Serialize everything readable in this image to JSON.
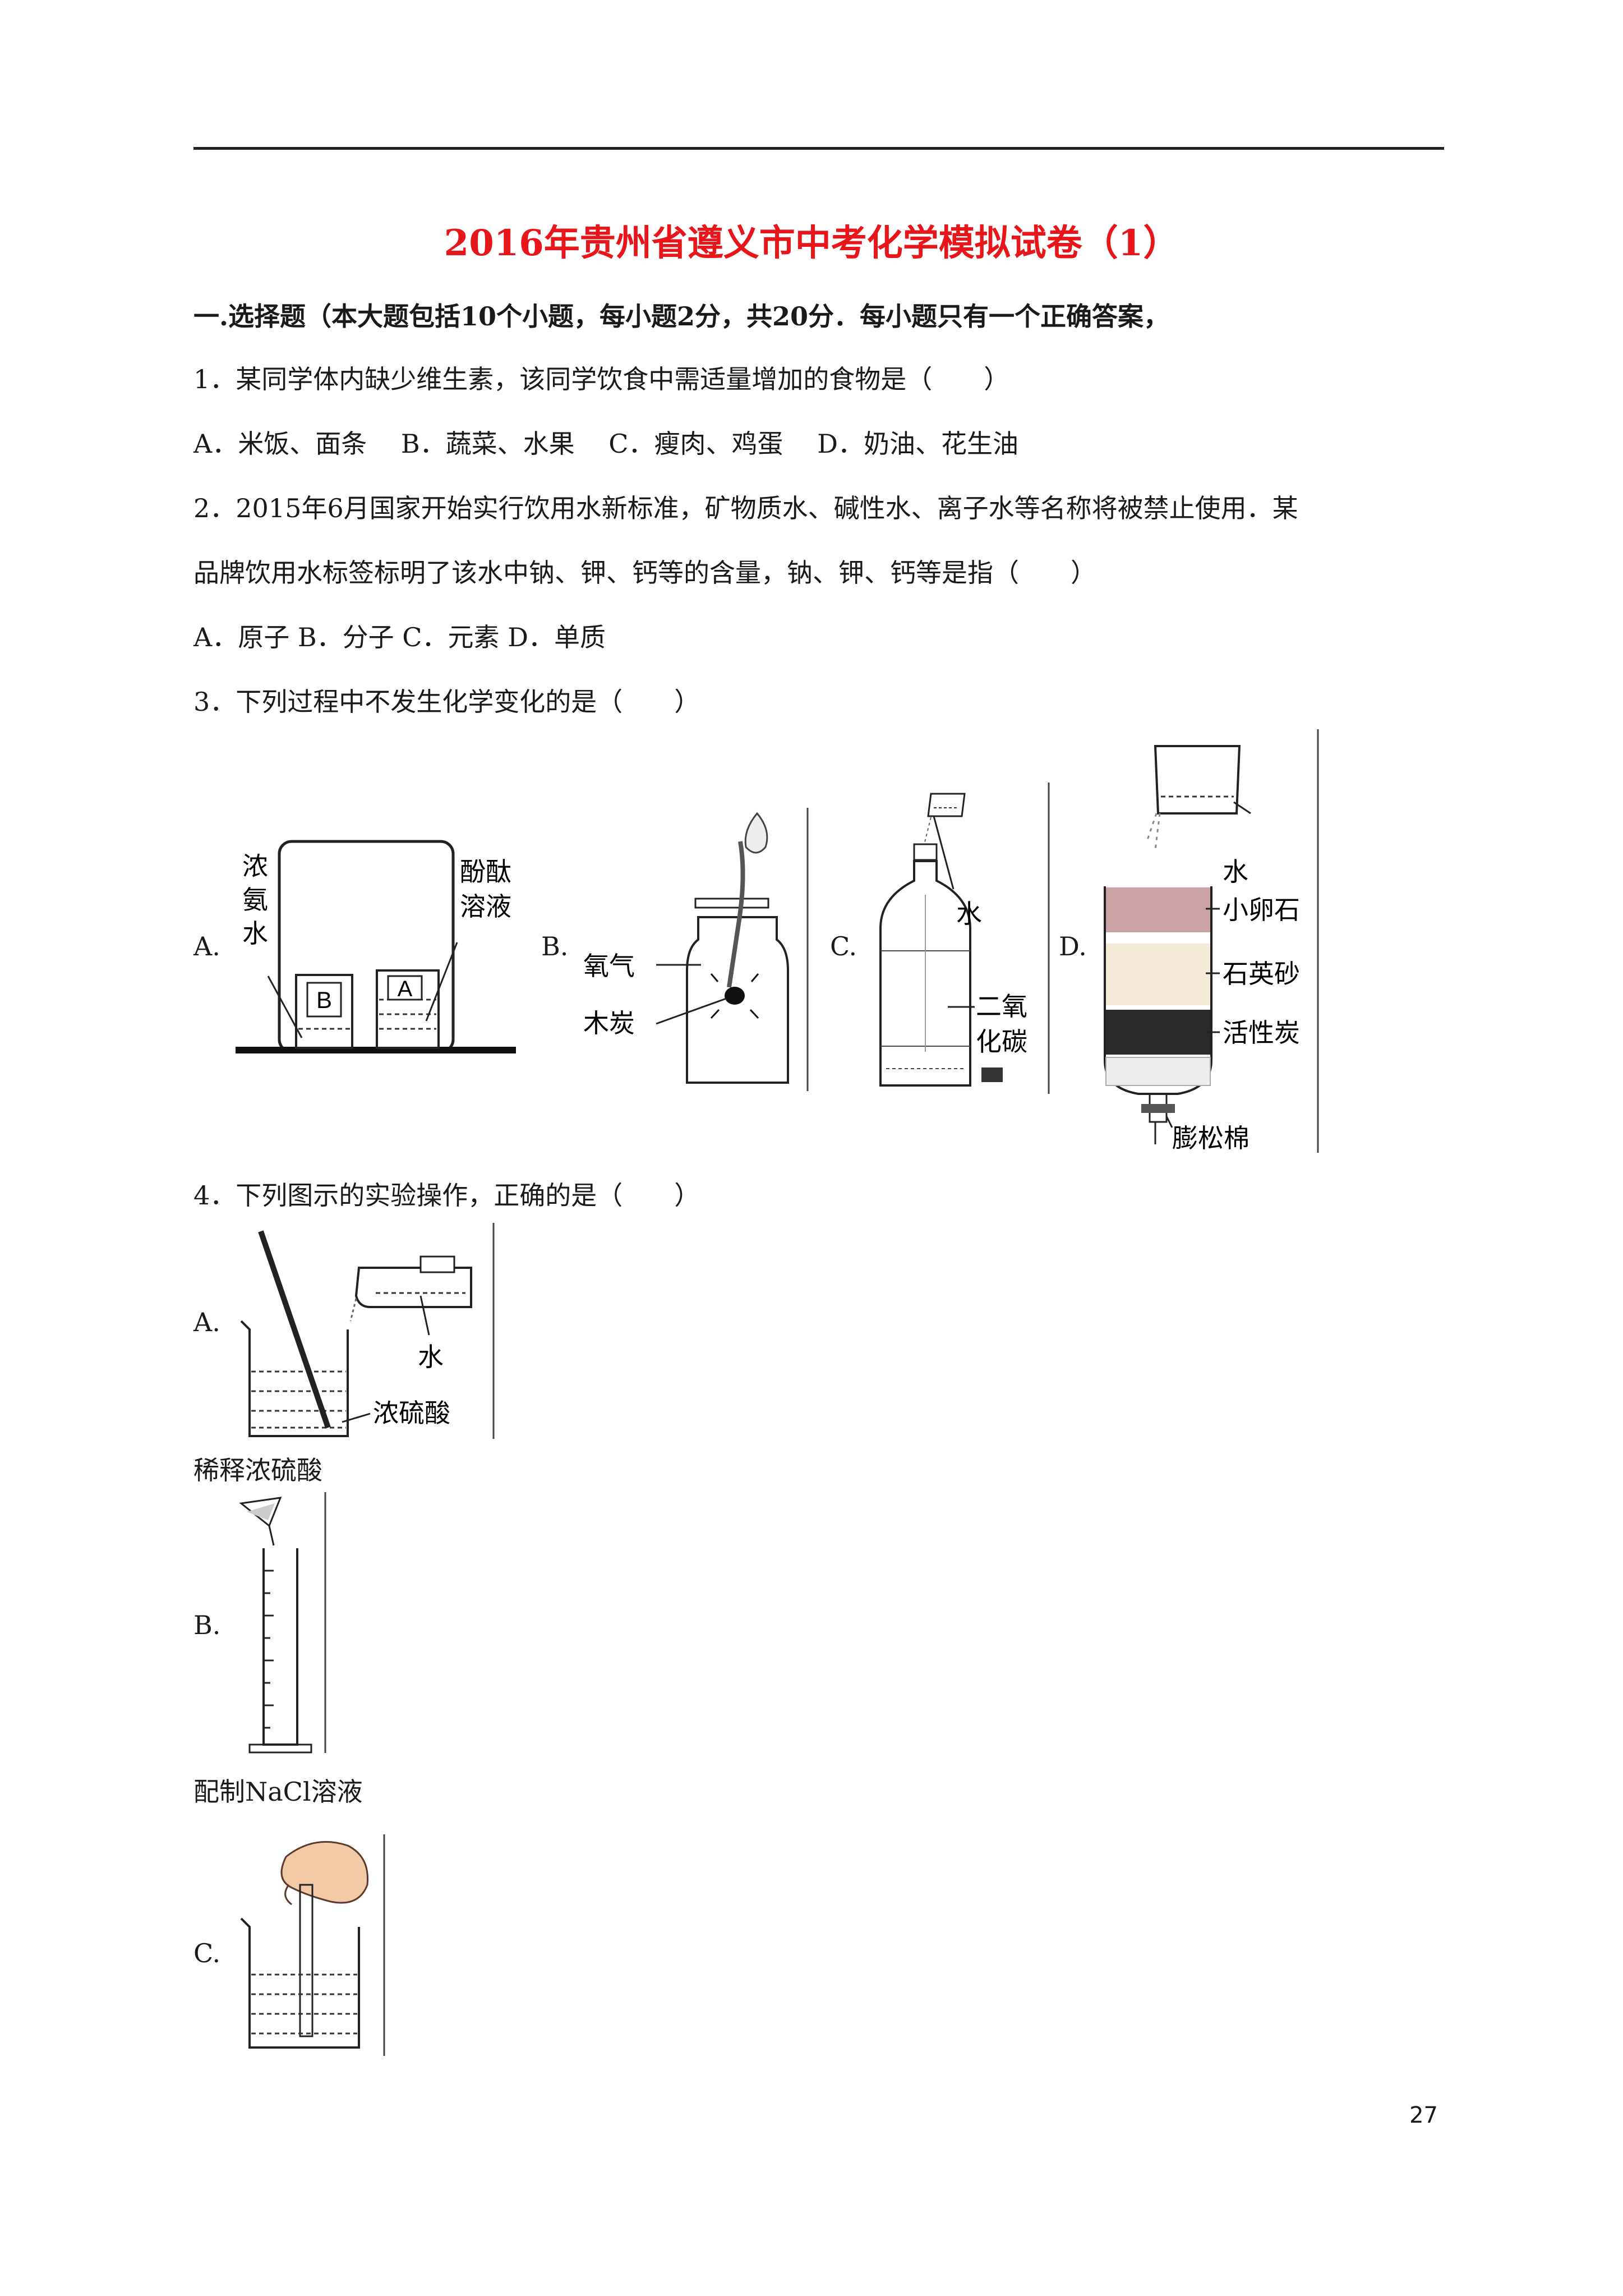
{
  "title": "2016年贵州省遵义市中考化学模拟试卷（1）",
  "section1": "一.选择题（本大题包括10个小题，每小题2分，共20分．每小题只有一个正确答案，",
  "q1": {
    "stem": "1．某同学体内缺少维生素，该同学饮食中需适量增加的食物是（　　）",
    "options": "A．米饭、面条　 B．蔬菜、水果　 C．瘦肉、鸡蛋　 D．奶油、花生油"
  },
  "q2": {
    "stem_line1": "2．2015年6月国家开始实行饮用水新标准，矿物质水、碱性水、离子水等名称将被禁止使用．某",
    "stem_line2": "品牌饮用水标签标明了该水中钠、钾、钙等的含量，钠、钾、钙等是指（　　）",
    "options": "A．原子 B．分子 C．元素 D．单质"
  },
  "q3": {
    "stem": "3．下列过程中不发生化学变化的是（　　）",
    "option_letters": [
      "A.",
      "B.",
      "C.",
      "D."
    ],
    "figA": {
      "left_label": [
        "浓",
        "氨",
        "水"
      ],
      "right_label": [
        "酚酞",
        "溶液"
      ],
      "beaker_b": "B",
      "beaker_a": "A"
    },
    "figB": {
      "label1": "氧气",
      "label2": "木炭"
    },
    "figC": {
      "label1": "水",
      "label2": [
        "二氧",
        "化碳"
      ]
    },
    "figD": {
      "label1": "水",
      "label2": "小卵石",
      "label3": "石英砂",
      "label4": "活性炭",
      "label5": "膨松棉"
    }
  },
  "q4": {
    "stem": "4．下列图示的实验操作，正确的是（　　）",
    "optA": {
      "letter": "A.",
      "label_water": "水",
      "label_acid": "浓硫酸",
      "caption": "稀释浓硫酸"
    },
    "optB": {
      "letter": "B.",
      "caption": "配制NaCl溶液"
    },
    "optC": {
      "letter": "C."
    }
  },
  "page_number": "27"
}
